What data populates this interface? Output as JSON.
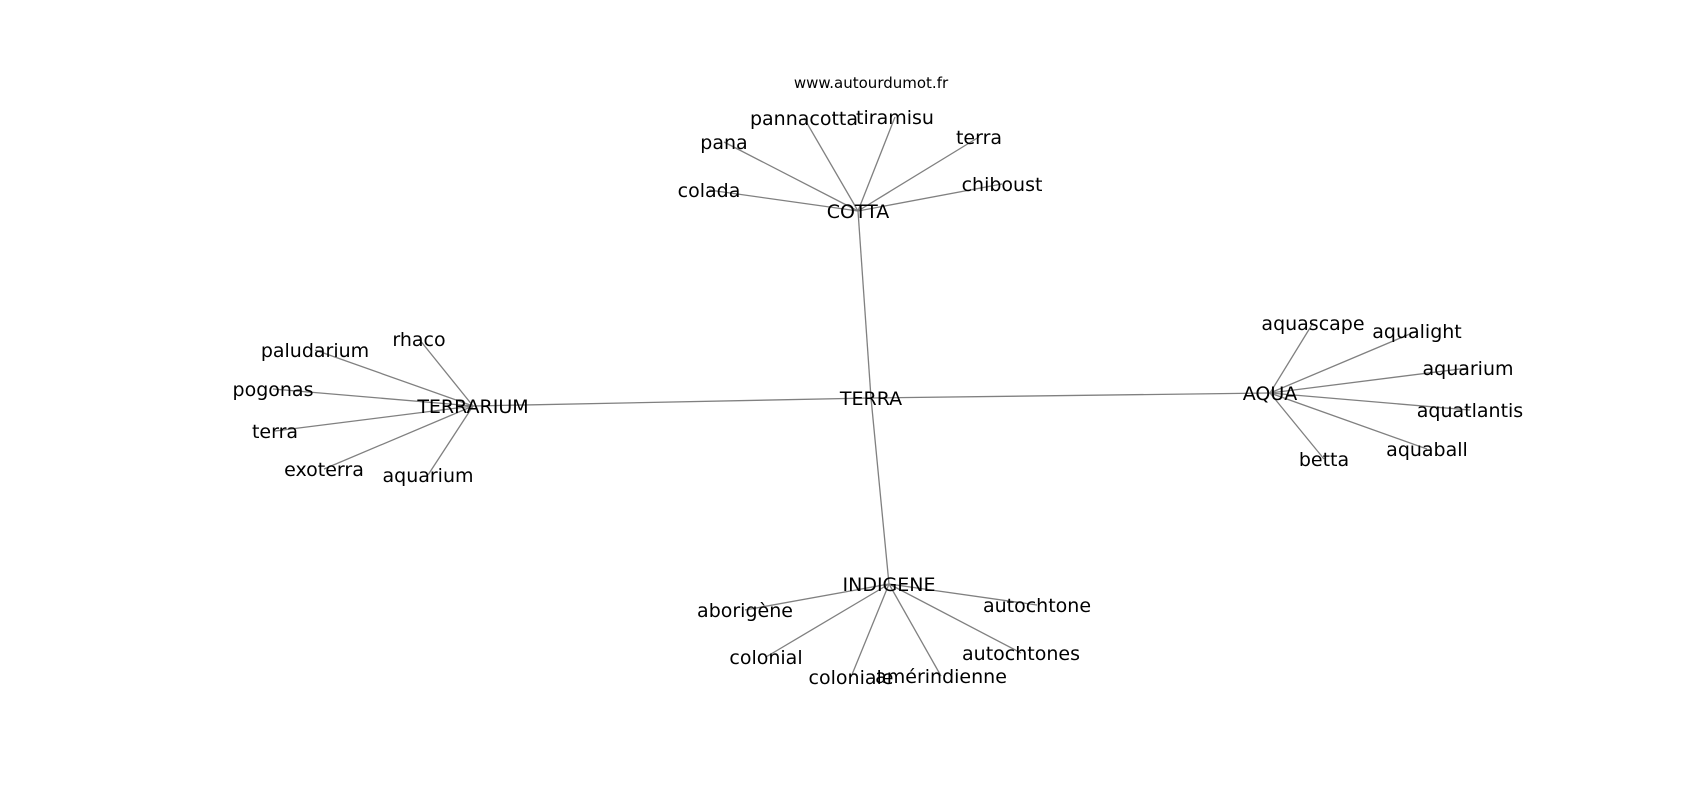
{
  "source": "www.autourdumot.fr",
  "center": {
    "id": "terra_c",
    "label": "TERRA"
  },
  "clusters": [
    {
      "id": "cotta",
      "label": "COTTA",
      "leaves": [
        {
          "id": "cotta_pannacotta",
          "label": "pannacotta"
        },
        {
          "id": "cotta_tiramisu",
          "label": "tiramisu"
        },
        {
          "id": "cotta_pana",
          "label": "pana"
        },
        {
          "id": "cotta_terra",
          "label": "terra"
        },
        {
          "id": "cotta_colada",
          "label": "colada"
        },
        {
          "id": "cotta_chiboust",
          "label": "chiboust"
        }
      ]
    },
    {
      "id": "terrarium",
      "label": "TERRARIUM",
      "leaves": [
        {
          "id": "terrarium_rhaco",
          "label": "rhaco"
        },
        {
          "id": "terrarium_paludarium",
          "label": "paludarium"
        },
        {
          "id": "terrarium_pogonas",
          "label": "pogonas"
        },
        {
          "id": "terrarium_terra",
          "label": "terra"
        },
        {
          "id": "terrarium_exoterra",
          "label": "exoterra"
        },
        {
          "id": "terrarium_aquarium",
          "label": "aquarium"
        }
      ]
    },
    {
      "id": "aqua",
      "label": "AQUA",
      "leaves": [
        {
          "id": "aqua_aquascape",
          "label": "aquascape"
        },
        {
          "id": "aqua_aqualight",
          "label": "aqualight"
        },
        {
          "id": "aqua_aquarium",
          "label": "aquarium"
        },
        {
          "id": "aqua_aquatlantis",
          "label": "aquatlantis"
        },
        {
          "id": "aqua_aquaball",
          "label": "aquaball"
        },
        {
          "id": "aqua_betta",
          "label": "betta"
        }
      ]
    },
    {
      "id": "indigene",
      "label": "INDIGENE",
      "leaves": [
        {
          "id": "indigene_aborigene",
          "label": "aborigène"
        },
        {
          "id": "indigene_autochtone",
          "label": "autochtone"
        },
        {
          "id": "indigene_colonial",
          "label": "colonial"
        },
        {
          "id": "indigene_autochtones",
          "label": "autochtones"
        },
        {
          "id": "indigene_coloniale",
          "label": "coloniale"
        },
        {
          "id": "indigene_amerindienne",
          "label": "amérindienne"
        }
      ]
    }
  ]
}
